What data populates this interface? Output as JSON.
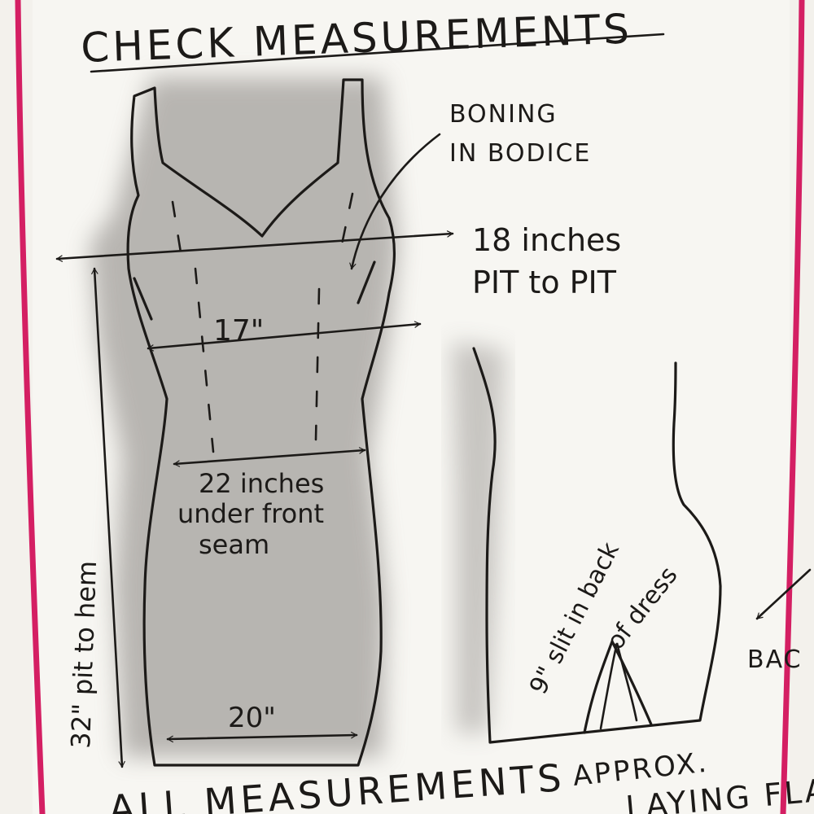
{
  "title": "CHECK MEASUREMENTS",
  "labels": {
    "boning_line1": "BONING",
    "boning_line2": "IN BODICE",
    "pit_line1": "18 inches",
    "pit_line2": "PIT to PIT",
    "waist": "17\"",
    "under_seam_line1": "22 inches",
    "under_seam_line2": "under front",
    "under_seam_line3": "seam",
    "length": "32\" pit to hem",
    "hem": "20\"",
    "slit_line1": "9\" slit in back",
    "slit_line2": "of dress",
    "back": "BAC",
    "footer_line1": "APPROX.",
    "footer_line2": "ALL MEASUREMENTS",
    "footer_line3": "LAYING FLAT"
  },
  "colors": {
    "paper": "#f4f2ee",
    "ink": "#1c1a18",
    "border": "#d41f63",
    "shading": "#8e8a86"
  }
}
